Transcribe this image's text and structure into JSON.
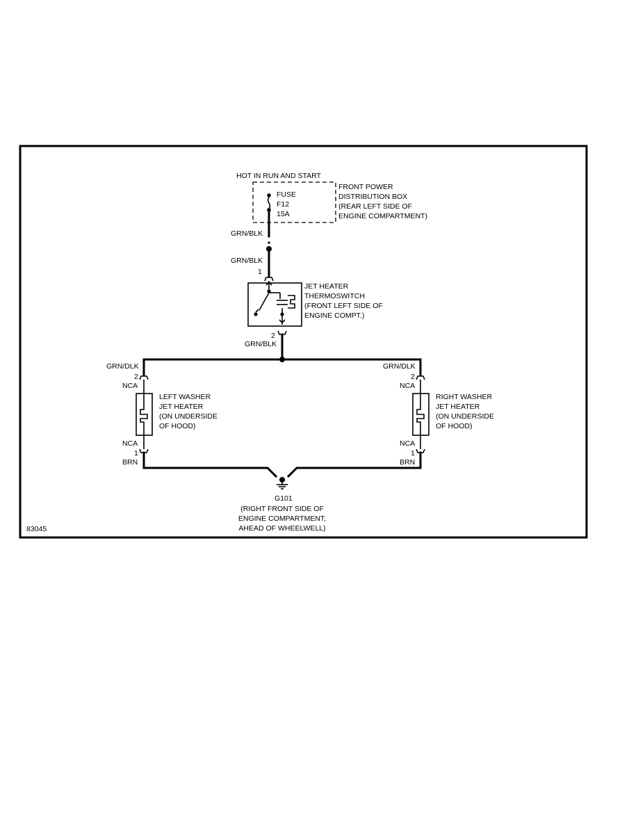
{
  "diagram_id": "83045",
  "power_source": "HOT IN RUN AND START",
  "fuse_box": {
    "fuse_label": "FUSE",
    "fuse_number": "F12",
    "fuse_rating": "15A",
    "name_lines": [
      "FRONT POWER",
      "DISTRIBUTION BOX",
      "(REAR LEFT SIDE OF",
      "ENGINE COMPARTMENT)"
    ]
  },
  "wires": {
    "fuse_out": "GRN/BLK",
    "switch_in": "GRN/BLK",
    "switch_out": "GRN/BLK",
    "left_in": "GRN/DLK",
    "right_in": "GRN/DLK",
    "left_out": "BRN",
    "right_out": "BRN"
  },
  "thermoswitch": {
    "pin_in": "1",
    "pin_out": "2",
    "name_lines": [
      "JET HEATER",
      "THERMOSWITCH",
      "(FRONT LEFT SIDE OF",
      "ENGINE COMPT.)"
    ]
  },
  "left_heater": {
    "pin_top": "2",
    "pin_bottom": "1",
    "conn_top": "NCA",
    "conn_bottom": "NCA",
    "name_lines": [
      "LEFT WASHER",
      "JET HEATER",
      "(ON UNDERSIDE",
      "OF HOOD)"
    ]
  },
  "right_heater": {
    "pin_top": "2",
    "pin_bottom": "1",
    "conn_top": "NCA",
    "conn_bottom": "NCA",
    "name_lines": [
      "RIGHT WASHER",
      "JET HEATER",
      "(ON UNDERSIDE",
      "OF HOOD)"
    ]
  },
  "ground": {
    "id": "G101",
    "location_lines": [
      "(RIGHT FRONT SIDE OF",
      "ENGINE COMPARTMENT,",
      "AHEAD OF WHEELWELL)"
    ]
  }
}
